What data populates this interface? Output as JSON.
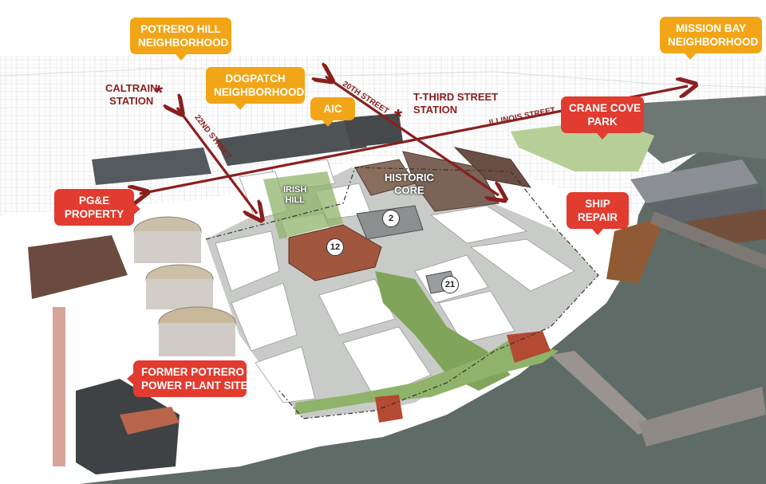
{
  "callouts": {
    "potrero_hill": {
      "line1": "POTRERO HILL",
      "line2": "NEIGHBORHOOD"
    },
    "dogpatch": {
      "line1": "DOGPATCH",
      "line2": "NEIGHBORHOOD"
    },
    "aic": {
      "line1": "AIC"
    },
    "mission_bay": {
      "line1": "MISSION BAY",
      "line2": "NEIGHBORHOOD"
    },
    "crane_cove": {
      "line1": "CRANE COVE",
      "line2": "PARK"
    },
    "pge": {
      "line1": "PG&E",
      "line2": "PROPERTY"
    },
    "ship_repair": {
      "line1": "SHIP",
      "line2": "REPAIR"
    },
    "power_plant": {
      "line1": "FORMER POTRERO",
      "line2": "POWER PLANT SITE"
    }
  },
  "stations": {
    "caltrain": {
      "line1": "CALTRAIN",
      "line2": "STATION",
      "symbol": "*"
    },
    "t_third": {
      "line1": "T-THIRD STREET",
      "line2": "STATION",
      "symbol": "*"
    }
  },
  "streets": {
    "twentieth": "20TH STREET",
    "twenty_second": "22ND STREET",
    "illinois": "ILLINOIS STREET"
  },
  "site_labels": {
    "irish_hill": {
      "line1": "IRISH",
      "line2": "HILL"
    },
    "historic_core": {
      "line1": "HISTORIC",
      "line2": "CORE"
    }
  },
  "buildings": [
    "2",
    "12",
    "21"
  ],
  "colors": {
    "orange": "#f2a516",
    "red": "#e23b2f",
    "street_arrow": "#8a1f1f",
    "water": "#5f6b66",
    "parcel": "#ffffff",
    "street": "#c9cbc8",
    "park_green": "#8fb36a"
  }
}
